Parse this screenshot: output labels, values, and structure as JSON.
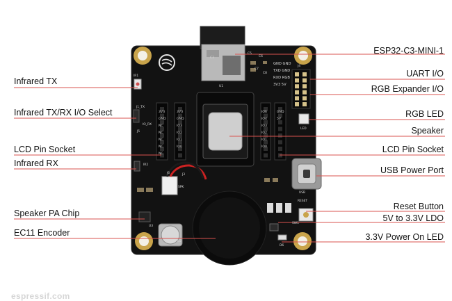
{
  "colors": {
    "board": "#111111",
    "leader_line": "#d9534f",
    "gold_ring": "#c9a44b",
    "silkscreen": "#d8d8d8"
  },
  "labels_left": [
    {
      "id": "infrared-tx",
      "text": "Infrared TX"
    },
    {
      "id": "infrared-io-select",
      "text": "Infrared TX/RX I/O Select"
    },
    {
      "id": "lcd-pin-socket-left",
      "text": "LCD Pin Socket"
    },
    {
      "id": "infrared-rx",
      "text": "Infrared RX"
    },
    {
      "id": "speaker-pa-chip",
      "text": "Speaker PA Chip"
    },
    {
      "id": "ec11-encoder",
      "text": "EC11 Encoder"
    }
  ],
  "labels_right": [
    {
      "id": "esp32-module",
      "text": "ESP32-C3-MINI-1"
    },
    {
      "id": "uart-io",
      "text": "UART I/O"
    },
    {
      "id": "rgb-expander-io",
      "text": "RGB Expander I/O"
    },
    {
      "id": "rgb-led",
      "text": "RGB LED"
    },
    {
      "id": "speaker",
      "text": "Speaker"
    },
    {
      "id": "lcd-pin-socket-right",
      "text": "LCD Pin Socket"
    },
    {
      "id": "usb-power-port",
      "text": "USB Power Port"
    },
    {
      "id": "reset-button",
      "text": "Reset Button"
    },
    {
      "id": "ldo",
      "text": "5V to 3.3V LDO"
    },
    {
      "id": "power-led",
      "text": "3.3V Power On LED"
    }
  ],
  "silkscreen": {
    "uart_rows": [
      "GND GND",
      "TXD GND",
      "RXD RGB",
      "3V3 5V"
    ],
    "left_header": [
      "3V3",
      "GND",
      "NC",
      "NC",
      "NC",
      "NC",
      "NC"
    ],
    "left_header_b": [
      "3V3",
      "GND",
      "IO3",
      "IO2",
      "IO1",
      "IO0"
    ],
    "right_header": [
      "IO6",
      "IO4",
      "IO3",
      "IO2",
      "IO1",
      "IO0"
    ],
    "right_header_b": [
      "GND",
      "5V"
    ],
    "refs": [
      "U1",
      "C5",
      "C6",
      "C3",
      "J4",
      "IR1",
      "IR2",
      "J5",
      "J6",
      "J3",
      "LED",
      "SPK",
      "U2",
      "U3",
      "SW1",
      "D6",
      "C7",
      "C8",
      "RESET",
      "USB",
      "J1_TX",
      "IO_RX"
    ]
  },
  "watermark": "espressif.com"
}
